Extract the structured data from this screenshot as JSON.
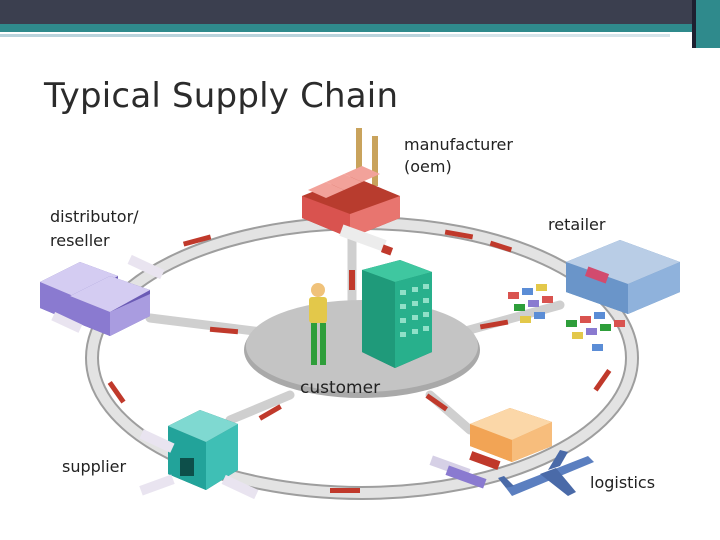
{
  "slide": {
    "title": "Typical Supply Chain"
  },
  "diagram": {
    "nodes": {
      "manufacturer_line1": "manufacturer",
      "manufacturer_line2": "(oem)",
      "retailer": "retailer",
      "distributor_line1": "distributor/",
      "distributor_line2": "reseller",
      "customer": "customer",
      "supplier": "supplier",
      "logistics": "logistics"
    },
    "colors": {
      "ring": "#c8c8c8",
      "arrow": "#c0392b",
      "factory": "#d9534f",
      "warehouse": "#8a7ad0",
      "store": "#6a95c9",
      "building": "#1f9a7a",
      "supplier_building": "#22a39a",
      "truck": "#e9e4f0"
    }
  }
}
